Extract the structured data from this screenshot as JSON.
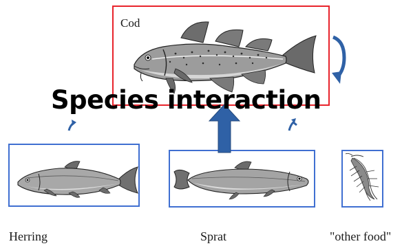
{
  "title": "Species interaction",
  "species": {
    "cod": {
      "label": "Cod"
    },
    "herring": {
      "caption": "Herring"
    },
    "sprat": {
      "caption": "Sprat"
    },
    "other_food": {
      "caption": "\"other food\""
    }
  },
  "colors": {
    "predator_border": "#e8232b",
    "prey_border": "#3f6fd1",
    "arrow": "#2f61a6",
    "title": "#000000"
  }
}
